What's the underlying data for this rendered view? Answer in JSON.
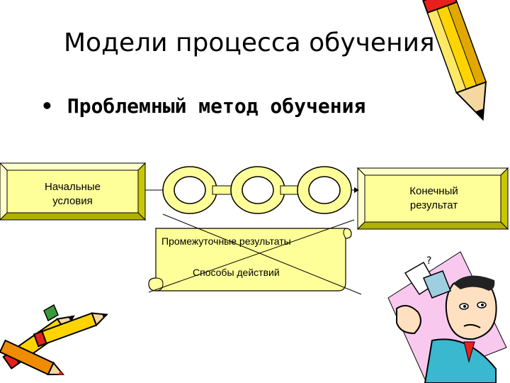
{
  "title": "Модели процесса обучения",
  "bullet": {
    "symbol": "•",
    "text": "Проблемный метод обучения"
  },
  "diagram": {
    "start_label_line1": "Начальные",
    "start_label_line2": "условия",
    "end_label_line1": "Конечный",
    "end_label_line2": "результат",
    "scroll_line1": "Промежуточные результаты",
    "scroll_line2": "Способы действий"
  },
  "colors": {
    "box_fill": "#ffff99",
    "ring_fill": "#ffff99",
    "outline": "#000000",
    "pencil_yellow": "#ffd400",
    "pencil_orange": "#f08c00",
    "pencil_red": "#e8201c",
    "cartoon_pink": "#f8c8ee"
  },
  "icons": [
    "pencil-icon",
    "pencils-icon",
    "confused-man-icon"
  ]
}
